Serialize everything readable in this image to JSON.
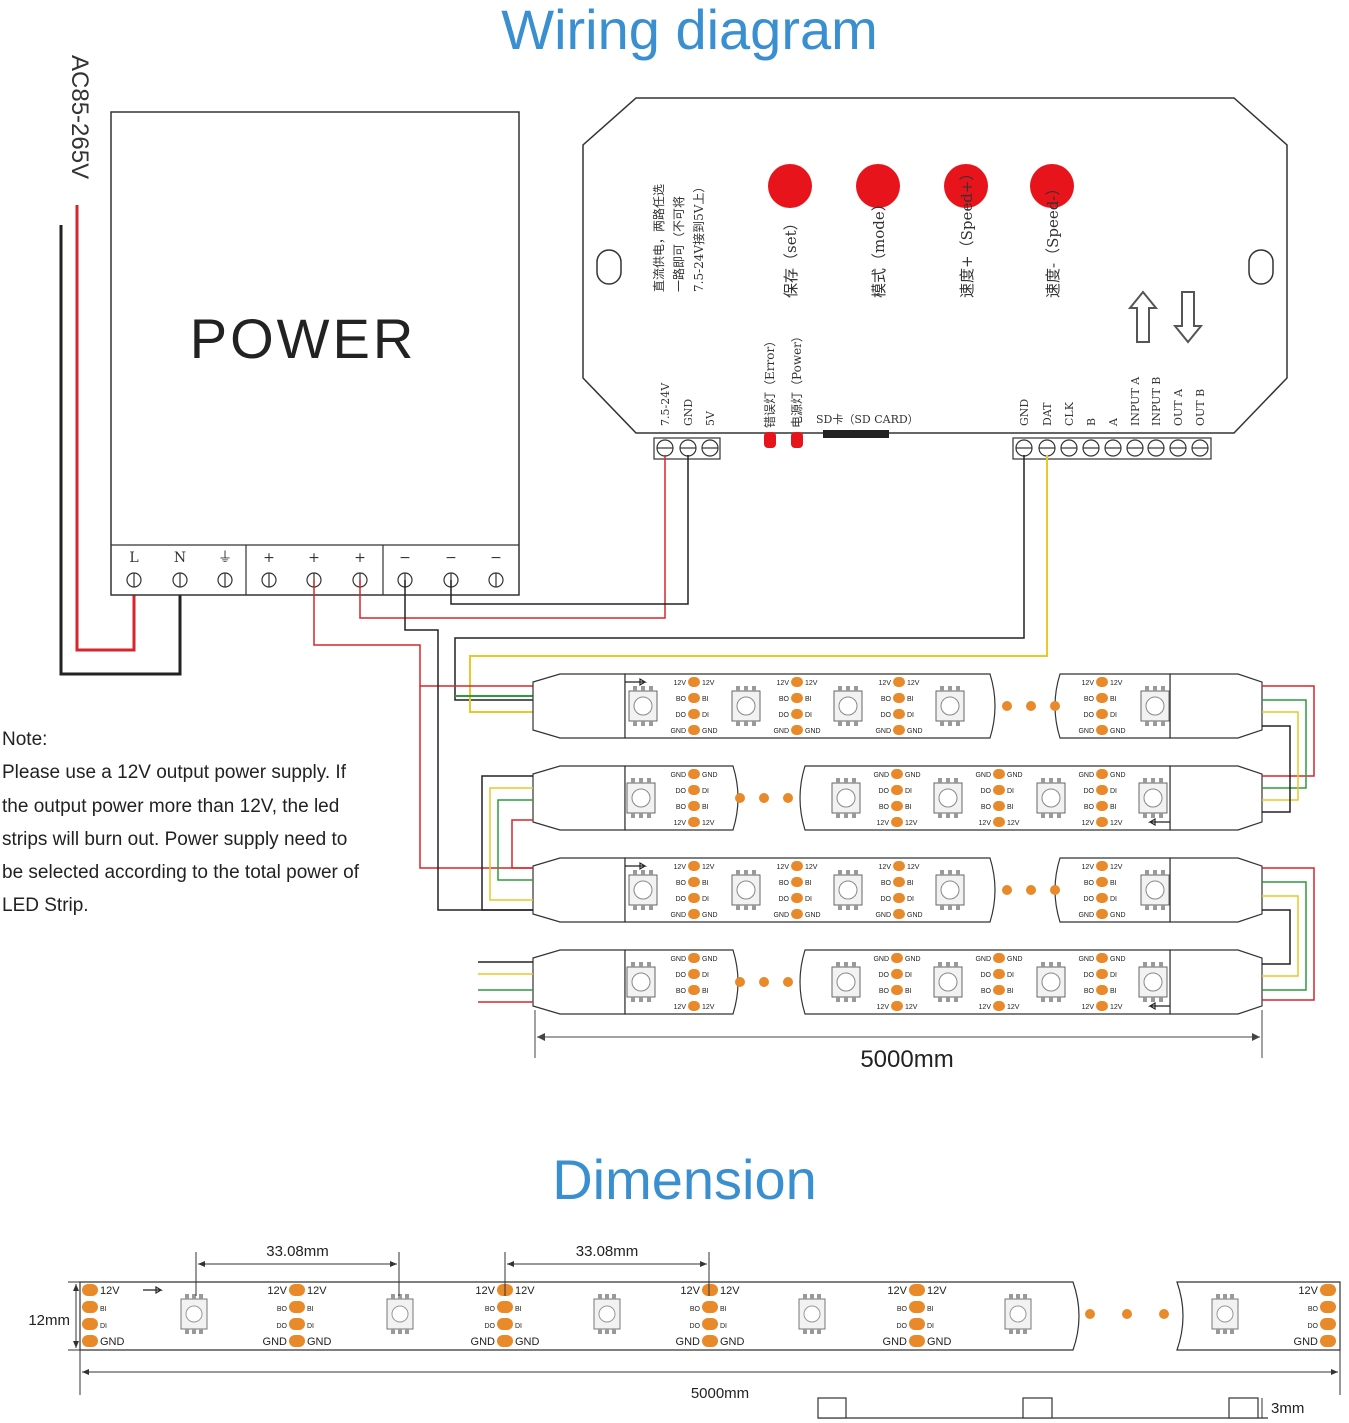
{
  "titles": {
    "wiring": "Wiring diagram",
    "dimension": "Dimension"
  },
  "mains_label": "AC85-265V",
  "power": {
    "label": "POWER",
    "terminals": [
      "L",
      "N",
      "⏚",
      "+",
      "+",
      "+",
      "−",
      "−",
      "−"
    ]
  },
  "controller": {
    "buttons": [
      {
        "label": "保存（set）"
      },
      {
        "label": "模式（mode）"
      },
      {
        "label": "速度+（Speed+）"
      },
      {
        "label": "速度-（Speed-）"
      }
    ],
    "info_lines": [
      "直流供电，两路任选",
      "一路即可（不可将",
      "7.5-24V接到5V上）"
    ],
    "leds": [
      "错误灯（Error）",
      "电源灯（Power）"
    ],
    "sd_label": "SD卡（SD CARD）",
    "power_terms": [
      "7.5-24V",
      "GND",
      "5V"
    ],
    "signal_terms": [
      "GND",
      "DAT",
      "CLK",
      "B",
      "A",
      "INPUT A",
      "INPUT B",
      "OUT A",
      "OUT B"
    ],
    "arrow_colors": {
      "up": "#555555",
      "down": "#555555"
    }
  },
  "strip": {
    "pad_labels": [
      "12V",
      "BO",
      "DO",
      "GND"
    ],
    "pad_labels_right": [
      "12V",
      "BI",
      "DI",
      "GND"
    ],
    "length_label": "5000mm"
  },
  "note": {
    "heading": "Note:",
    "lines": [
      "Please use a 12V output power supply. If",
      "the output power more than 12V, the led",
      "strips will burn out. Power supply need to",
      "be selected according to the total power of",
      "LED Strip."
    ]
  },
  "dimension": {
    "pitch_a": "33.08mm",
    "pitch_b": "33.08mm",
    "width": "12mm",
    "length": "5000mm",
    "thickness": "3mm",
    "pad_labels": [
      "12V",
      "BI",
      "DI",
      "GND"
    ],
    "pad_labels_mid": [
      "12V",
      "BO",
      "DO",
      "GND"
    ]
  },
  "colors": {
    "title_blue": "#3a8fd0",
    "led_red": "#e8141c",
    "pad_orange": "#e88a2a",
    "wire_red": "#d6262b",
    "wire_yellow": "#e6c92a",
    "wire_green": "#2e9a3e",
    "wire_black": "#222222"
  }
}
